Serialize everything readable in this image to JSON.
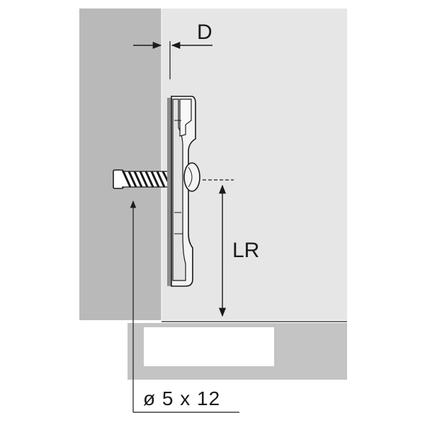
{
  "labels": {
    "depth": "D",
    "length": "LR",
    "screw_spec": "ø 5 x 12"
  },
  "colors": {
    "panel_side": "#b9b9b9",
    "panel_front": "#e6e6e6",
    "plate": "#f4f4f4",
    "plate_shadow": "#8c8c8c",
    "line": "#1a1a1a"
  }
}
